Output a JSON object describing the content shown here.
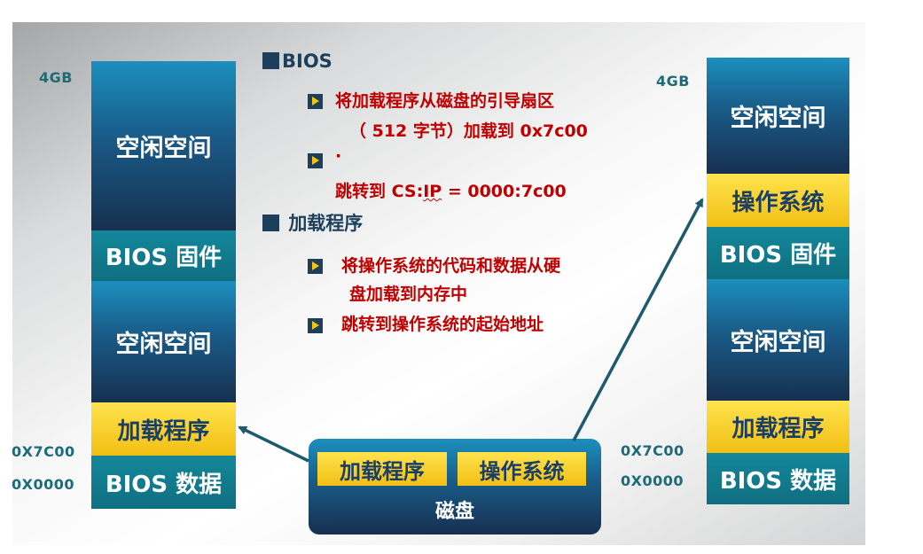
{
  "left_memory": {
    "addr_top": "4GB",
    "addr_7c00": "0X7C00",
    "addr_0000": "0X0000",
    "blocks": [
      "空闲空间",
      "BIOS 固件",
      "空闲空间",
      "加载程序",
      "BIOS 数据"
    ]
  },
  "right_memory": {
    "addr_top": "4GB",
    "addr_7c00": "0X7C00",
    "addr_0000": "0X0000",
    "blocks": [
      "空闲空间",
      "操作系统",
      "BIOS 固件",
      "空闲空间",
      "加载程序",
      "BIOS 数据"
    ]
  },
  "text": {
    "bios_heading": "BIOS",
    "bios_item1_line1": "将加载程序从磁盘的引导扇区",
    "bios_item1_line2": "（ 512 字节）加载到 0x7c00",
    "bios_item2_line1": "·",
    "bios_item2_line2_prefix": "跳转到  CS:",
    "bios_item2_line2_ip": "IP",
    "bios_item2_line2_suffix": " = 0000:7c00",
    "loader_heading": "加载程序",
    "loader_item1_line1": "将操作系统的代码和数据从硬",
    "loader_item1_line2": "盘加载到内存中",
    "loader_item2_line1": "跳转到操作系统的起始地址"
  },
  "disk": {
    "part1": "加载程序",
    "part2": "操作系统",
    "label": "磁盘"
  }
}
